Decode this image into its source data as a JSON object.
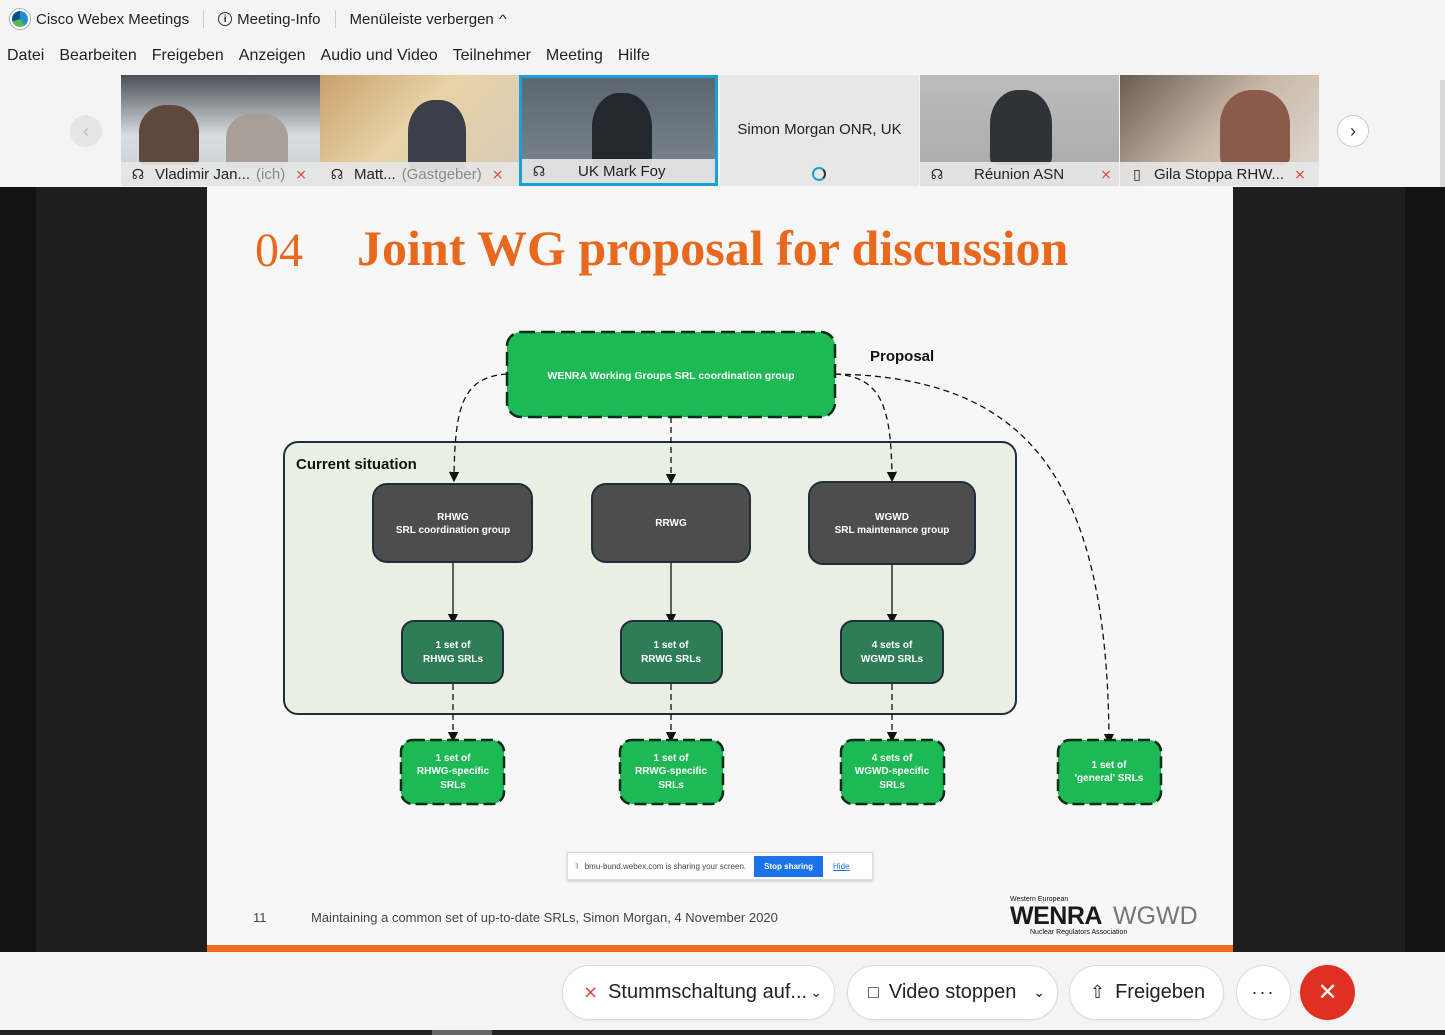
{
  "titlebar": {
    "app_name": "Cisco Webex Meetings",
    "meeting_info": "Meeting-Info",
    "hide_menu": "Menüleiste verbergen",
    "hide_menu_chevron": "^"
  },
  "menu": [
    "Datei",
    "Bearbeiten",
    "Freigeben",
    "Anzeigen",
    "Audio und Video",
    "Teilnehmer",
    "Meeting",
    "Hilfe"
  ],
  "participants": [
    {
      "name": "Vladimir Jan...",
      "tag": "(ich)",
      "muted": true,
      "icon": "headset-icon"
    },
    {
      "name": "Matt...",
      "tag": "(Gastgeber)",
      "muted": true,
      "icon": "headset-icon"
    },
    {
      "name": "UK Mark Foy",
      "tag": "",
      "muted": false,
      "icon": "headset-icon",
      "active": true
    },
    {
      "name": "Simon Morgan ONR, UK",
      "tag": "",
      "muted": false,
      "icon": "loading-icon",
      "no_video": true
    },
    {
      "name": "Réunion ASN",
      "tag": "",
      "muted": true,
      "icon": "headset-icon"
    },
    {
      "name": "Gila Stoppa RHW...",
      "tag": "",
      "muted": true,
      "icon": "phone-icon"
    }
  ],
  "slide": {
    "number": "04",
    "title": "Joint WG proposal for discussion",
    "proposal_label": "Proposal",
    "current_label": "Current situation",
    "top_box": "WENRA Working Groups SRL coordination group",
    "groups": [
      {
        "line1": "RHWG",
        "line2": "SRL coordination group"
      },
      {
        "line1": "RRWG",
        "line2": ""
      },
      {
        "line1": "WGWD",
        "line2": "SRL maintenance group"
      }
    ],
    "sets": [
      {
        "line1": "1 set of",
        "line2": "RHWG SRLs"
      },
      {
        "line1": "1 set of",
        "line2": "RRWG SRLs"
      },
      {
        "line1": "4 sets of",
        "line2": "WGWD SRLs"
      }
    ],
    "specific": [
      {
        "line1": "1 set of",
        "line2": "RHWG-specific",
        "line3": "SRLs"
      },
      {
        "line1": "1 set of",
        "line2": "RRWG-specific",
        "line3": "SRLs"
      },
      {
        "line1": "4 sets of",
        "line2": "WGWD-specific",
        "line3": "SRLs"
      },
      {
        "line1": "1 set of",
        "line2": "'general' SRLs",
        "line3": ""
      }
    ],
    "footer_page": "11",
    "footer_text": "Maintaining a common set of up-to-date SRLs, Simon Morgan, 4 November 2020",
    "logo_top": "Western European",
    "logo_wenra": "WENRA",
    "logo_wgwd": "WGWD",
    "logo_bottom": "Nuclear Regulators Association"
  },
  "share_banner": {
    "text": "bmu-bund.webex.com is sharing your screen.",
    "stop": "Stop sharing",
    "hide": "Hide"
  },
  "controls": {
    "mute": "Stummschaltung auf...",
    "video": "Video stoppen",
    "share": "Freigeben",
    "more": "···",
    "end": "✕"
  },
  "colors": {
    "accent_orange": "#e8681e",
    "green_box": "#1db954",
    "dark_box": "#4d4d4d",
    "teal_box": "#2f7d57",
    "active_border": "#1aa0d8",
    "end_red": "#e12f22"
  }
}
